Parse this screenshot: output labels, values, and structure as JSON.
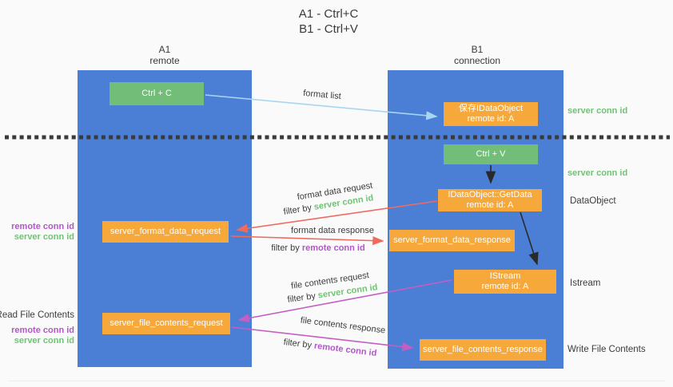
{
  "title": {
    "line1": "A1 - Ctrl+C",
    "line2": "B1 - Ctrl+V"
  },
  "lanes": {
    "left": {
      "id": "A1",
      "role": "remote"
    },
    "right": {
      "id": "B1",
      "role": "connection"
    }
  },
  "nodes": {
    "ctrl_c": {
      "label": "Ctrl + C"
    },
    "save_idataobject": {
      "line1": "保存IDataObject",
      "line2": "remote id: A"
    },
    "ctrl_v": {
      "label": "Ctrl + V"
    },
    "getdata": {
      "line1": "IDataObject::GetData",
      "line2": "remote id: A"
    },
    "server_format_data_request": {
      "label": "server_format_data_request"
    },
    "server_format_data_response": {
      "label": "server_format_data_response"
    },
    "istream": {
      "line1": "IStream",
      "line2": "remote id: A"
    },
    "server_file_contents_request": {
      "label": "server_file_contents_request"
    },
    "server_file_contents_response": {
      "label": "server_file_contents_response"
    }
  },
  "edges": {
    "format_list": {
      "label": "format list"
    },
    "format_data_request": {
      "label": "format data request",
      "filter_prefix": "filter by",
      "filter_key": "server conn id"
    },
    "format_data_response": {
      "label": "format data response",
      "filter_prefix": "filter by",
      "filter_key": "remote conn id"
    },
    "file_contents_request": {
      "label": "file contents request",
      "filter_prefix": "filter by",
      "filter_key": "server conn id"
    },
    "file_contents_response": {
      "label": "file contents response",
      "filter_prefix": "filter by",
      "filter_key": "remote conn id"
    }
  },
  "annotations": {
    "left_format": {
      "remote": "remote conn id",
      "server": "server conn id"
    },
    "left_file": {
      "title": "Read File Contents",
      "remote": "remote conn id",
      "server": "server conn id"
    },
    "right_top_server": "server conn id",
    "right_mid_server": "server conn id",
    "right_dataobject": "DataObject",
    "right_istream": "Istream",
    "right_write": "Write File Contents"
  },
  "colors": {
    "lane_blue": "#4b7fd6",
    "node_green": "#72bd78",
    "node_orange": "#f6a83b",
    "arrow_light_blue": "#a7d5f2",
    "arrow_red": "#ee6b5e",
    "arrow_magenta": "#c35ec3",
    "arrow_black": "#2a2a2a",
    "text_green": "#6ec473",
    "text_purple": "#b257c7",
    "text_dark": "#3c3c3c",
    "background": "#fafafa"
  }
}
